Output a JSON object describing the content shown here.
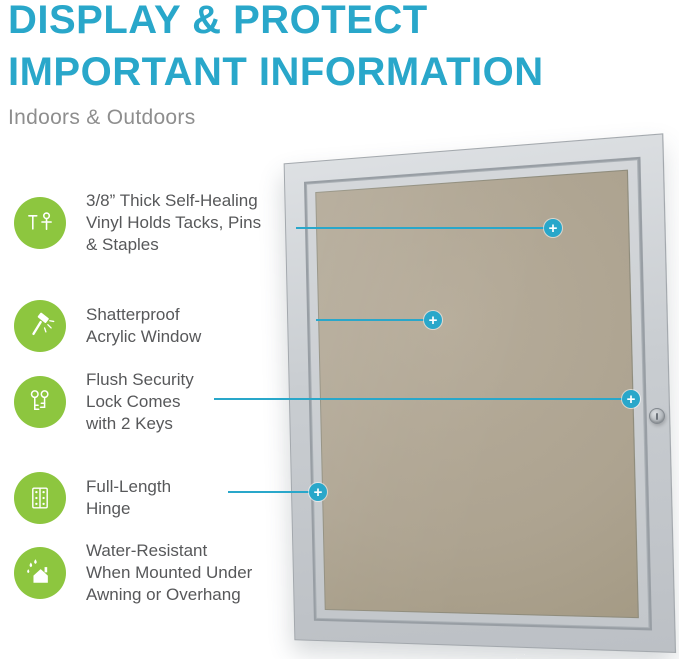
{
  "header": {
    "title_line1": "DISPLAY & PROTECT",
    "title_line2": "IMPORTANT INFORMATION",
    "subtitle": "Indoors & Outdoors"
  },
  "features": [
    {
      "icon": "pins-icon",
      "lines": [
        "3/8” Thick Self-Healing",
        "Vinyl Holds Tacks, Pins",
        "& Staples"
      ]
    },
    {
      "icon": "shatterproof-icon",
      "lines": [
        "Shatterproof",
        "Acrylic Window"
      ]
    },
    {
      "icon": "keys-icon",
      "lines": [
        "Flush Security",
        "Lock Comes",
        "with 2 Keys"
      ]
    },
    {
      "icon": "hinge-icon",
      "lines": [
        "Full-Length",
        "Hinge"
      ]
    },
    {
      "icon": "water-icon",
      "lines": [
        "Water-Resistant",
        "When Mounted Under",
        "Awning or Overhang"
      ]
    }
  ],
  "callouts": {
    "marker_symbol": "+"
  },
  "colors": {
    "accent_teal": "#29A7CA",
    "icon_green": "#8DC63F",
    "feature_text_gray": "#57585A",
    "subtitle_gray": "#8E8E8E",
    "frame_silver": "#C9CDD1",
    "vinyl_tan": "#ADA390"
  }
}
